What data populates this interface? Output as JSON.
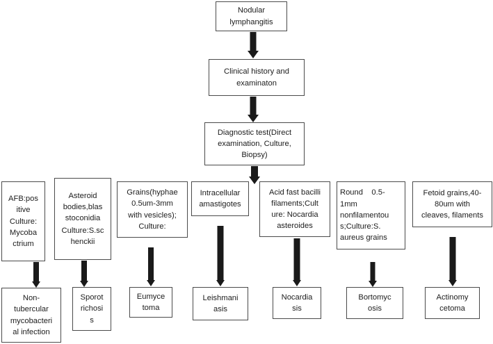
{
  "diagram": {
    "title": "Nodular lymphangitis diagnostic flowchart",
    "type": "flowchart",
    "colors": {
      "box_border": "#4a4a4a",
      "arrow": "#1a1a1a",
      "background": "#ffffff",
      "text": "#1c1c1c"
    },
    "spine": [
      {
        "id": "root",
        "label": "Nodular lymphangitis"
      },
      {
        "id": "history",
        "label": "Clinical history and examinaton"
      },
      {
        "id": "diagnostic",
        "label": "Diagnostic test(Direct examination, Culture, Biopsy)"
      }
    ],
    "branches": [
      {
        "id": "afb",
        "finding": "AFB:positive\n\nCulture: Mycobactrium",
        "outcome": "Non-tubercular mycobacterial infection"
      },
      {
        "id": "asteroid",
        "finding": "Asteroid bodies,blastoconidia\n\nCulture:S.schenckii",
        "outcome": "Sporotrichosis"
      },
      {
        "id": "grains-hyphae",
        "finding": "Grains(hyphae 0.5um-3mm with vesicles); Culture:",
        "outcome": "Eumycetoma"
      },
      {
        "id": "amastigotes",
        "finding": "Intracellular amastigotes",
        "outcome": "Leishmaniasis"
      },
      {
        "id": "acid-fast",
        "finding": "Acid fast bacilli filaments;Culture: Nocardia asteroides",
        "outcome": "Nocardiasis"
      },
      {
        "id": "round-nonfil",
        "finding": "Round 0.5-1mm nonfilamentous;Culture:S. aureus grains",
        "outcome": "Bortomycosis"
      },
      {
        "id": "fetoid-grains",
        "finding": "Fetoid grains,40-80um with cleaves, filaments",
        "outcome": "Actinomycetoma"
      }
    ],
    "finding_lines": {
      "afb": [
        "AFB:pos",
        "itive",
        "",
        "Culture:",
        "Mycoba",
        "ctrium"
      ],
      "asteroid": [
        "Asteroid",
        "bodies,blas",
        "stoconidia",
        "",
        "Culture:S.sc",
        "henckii"
      ],
      "grains-hyphae": [
        "Grains(hyphae",
        "0.5um-3mm",
        "with vesicles);",
        "Culture:"
      ],
      "amastigotes": [
        "Intracellular",
        "amastigotes"
      ],
      "acid-fast": [
        "Acid fast bacilli",
        "filaments;Cult",
        "ure: Nocardia",
        "asteroides"
      ],
      "round-nonfil": [
        "Round    0.5-",
        "1mm",
        "nonfilamentou",
        "s;Culture:S.",
        "aureus grains"
      ],
      "fetoid-grains": [
        "Fetoid grains,40-",
        "80um with",
        "cleaves, filaments"
      ]
    },
    "outcome_lines": {
      "afb": [
        "Non-",
        "tubercular",
        "mycobacteri",
        "al infection"
      ],
      "asteroid": [
        "Sporot",
        "richosi",
        "s"
      ],
      "grains-hyphae": [
        "Eumyce",
        "toma"
      ],
      "amastigotes": [
        "Leishmani",
        "asis"
      ],
      "acid-fast": [
        "Nocardia",
        "sis"
      ],
      "round-nonfil": [
        "Bortomyc",
        "osis"
      ],
      "fetoid-grains": [
        "Actinomy",
        "cetoma"
      ]
    }
  }
}
